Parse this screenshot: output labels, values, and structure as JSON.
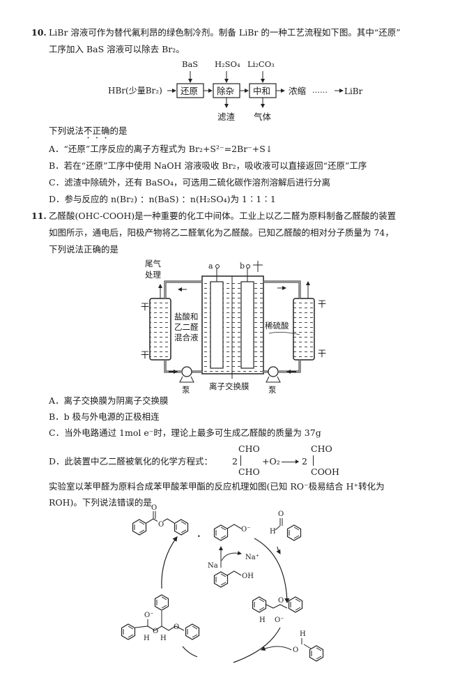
{
  "q10": {
    "number": "10.",
    "stem_line1": "LiBr 溶液可作为替代氟利昂的绿色制冷剂。制备 LiBr 的一种工艺流程如下图。其中“还原”",
    "stem_line2": "工序加入 BaS 溶液可以除去 Br₂。",
    "flow": {
      "input": "HBr(少量Br₂)",
      "steps": [
        "还原",
        "除杂",
        "中和"
      ],
      "reagents": [
        "BaS",
        "H₂SO₄",
        "Li₂CO₃"
      ],
      "outputs": [
        "滤渣",
        "气体"
      ],
      "after": "浓缩",
      "ellipsis": "……",
      "product": "LiBr"
    },
    "question_pre": "下列说法",
    "question_emph": "不正确",
    "question_post": "的是",
    "options": [
      "A．“还原”工序反应的离子方程式为 Br₂+S²⁻=2Br⁻+S↓",
      "B．若在“还原”工序中使用 NaOH 溶液吸收 Br₂，吸收液可以直接返回“还原”工序",
      "C．滤渣中除硫外，还有 BaSO₄，可选用二硫化碳作溶剂溶解后进行分离",
      "D．参与反应的 n(Br₂) ：n(BaS) ：n(H₂SO₄)为 1∶1∶1"
    ]
  },
  "q11": {
    "number": "11.",
    "stem_line1": "乙醛酸(OHC-COOH)是一种重要的化工中间体。工业上以乙二醛为原料制备乙醛酸的装置",
    "stem_line2": "如图所示，通电后，阳极产物将乙二醛氧化为乙醛酸。已知乙醛酸的相对分子质量为 74，",
    "stem_line3": "下列说法正确的是",
    "diagram": {
      "tail_gas": "尾气",
      "treatment": "处理",
      "electrode_a": "a",
      "electrode_b": "b",
      "left_liquid": [
        "盐酸和",
        "乙二醛",
        "混合液"
      ],
      "right_liquid": "稀硫酸",
      "membrane": "离子交换膜",
      "pump": "泵"
    },
    "options": [
      "A．离子交换膜为阴离子交换膜",
      "B．b 极与外电源的正极相连",
      "C．当外电路通过 1mol e⁻时，理论上最多可生成乙醛酸的质量为 37g"
    ],
    "option_d_text": "D．此装置中乙二醛被氧化的化学方程式：",
    "option_d_eq": {
      "coef1": "2",
      "top1": "CHO",
      "bottom1": "CHO",
      "plus": "+O₂",
      "coef2": "2",
      "top2": "CHO",
      "bottom2": "COOH"
    }
  },
  "q12": {
    "stem_line1": "实验室以苯甲醛为原料合成苯甲酸苯甲酯的反应机理如图(已知 RO⁻极易结合 H⁺转化为",
    "stem_line2": "ROH)。下列说法错误的是",
    "mechanism": {
      "o_minus": "O⁻",
      "o": "O",
      "h": "H",
      "na": "Na",
      "na_plus": "Na⁺",
      "oh": "OH"
    }
  }
}
